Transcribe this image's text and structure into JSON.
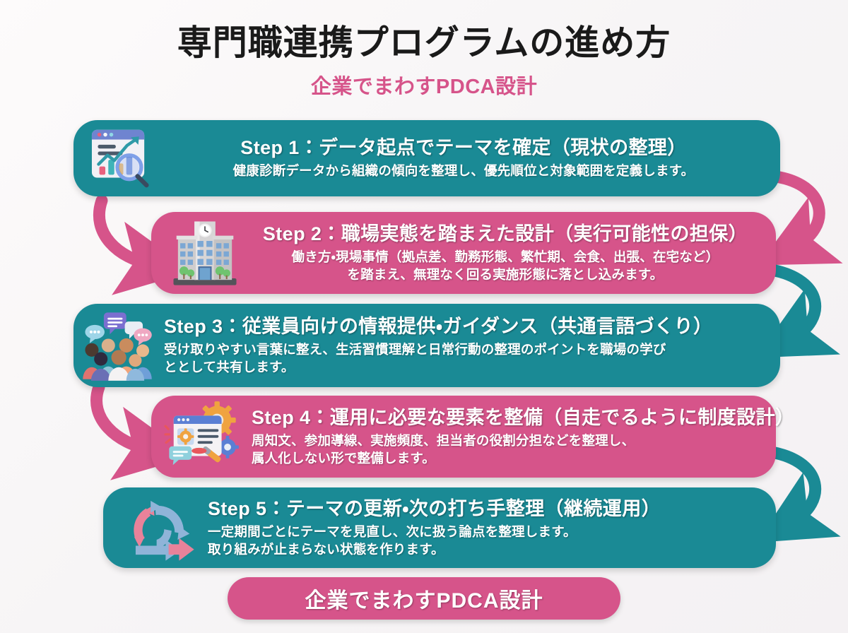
{
  "header": {
    "title": "専門職連携プログラムの進め方",
    "subtitle": "企業でまわすPDCA設計"
  },
  "colors": {
    "teal": "#1a8a95",
    "pink": "#d6548a",
    "background": "#fdfbfb",
    "title_text": "#1a1a1a",
    "card_text": "#ffffff"
  },
  "steps": [
    {
      "id": "step-1",
      "color": "teal",
      "icon": "data-analytics-chart-icon",
      "heading": "Step 1：データ起点でテーマを確定（現状の整理）",
      "body_lines": [
        "健康診断データから組織の傾向を整理し、優先順位と対象範囲を定義します。"
      ]
    },
    {
      "id": "step-2",
      "color": "pink",
      "icon": "office-building-icon",
      "heading": "Step 2：職場実態を踏まえた設計（実行可能性の担保）",
      "body_lines": [
        "働き方・現場事情（拠点差、勤務形態、繁忙期、会食、出張、在宅など）",
        "を踏まえ、無理なく回る実施形態に落とし込みます。"
      ]
    },
    {
      "id": "step-3",
      "color": "teal",
      "icon": "people-speech-bubbles-icon",
      "heading": "Step 3：従業員向けの情報提供・ガイダンス（共通言語づくり）",
      "body_lines": [
        "受け取りやすい言葉に整え、生活習慣理解と日常行動の整理のポイントを職場の学び",
        "ととして共有します。"
      ]
    },
    {
      "id": "step-4",
      "color": "pink",
      "icon": "settings-gears-document-icon",
      "heading": "Step 4：運用に必要な要素を整備（自走でるように制度設計）",
      "body_lines": [
        "周知文、参加導線、実施頻度、担当者の役割分担などを整理し、",
        "属人化しない形で整備します。"
      ]
    },
    {
      "id": "step-5",
      "color": "teal",
      "icon": "cycle-arrows-icon",
      "heading": "Step 5：テーマの更新・次の打ち手整理（継続運用）",
      "body_lines": [
        "一定期間ごとにテーマを見直し、次に扱う論点を整理します。",
        "取り組みが止まらない状態を作ります。"
      ]
    }
  ],
  "connectors": [
    {
      "name": "connector-step1-to-step2-right",
      "color": "#d6548a",
      "side": "right"
    },
    {
      "name": "connector-step1-to-step2-left",
      "color": "#d6548a",
      "side": "left"
    },
    {
      "name": "connector-step2-to-step3-right",
      "color": "#1a8a95",
      "side": "right"
    },
    {
      "name": "connector-step3-to-step4-left",
      "color": "#d6548a",
      "side": "left"
    },
    {
      "name": "connector-step4-to-step5-right",
      "color": "#1a8a95",
      "side": "right"
    }
  ],
  "footer": {
    "badge_label": "企業でまわすPDCA設計"
  }
}
